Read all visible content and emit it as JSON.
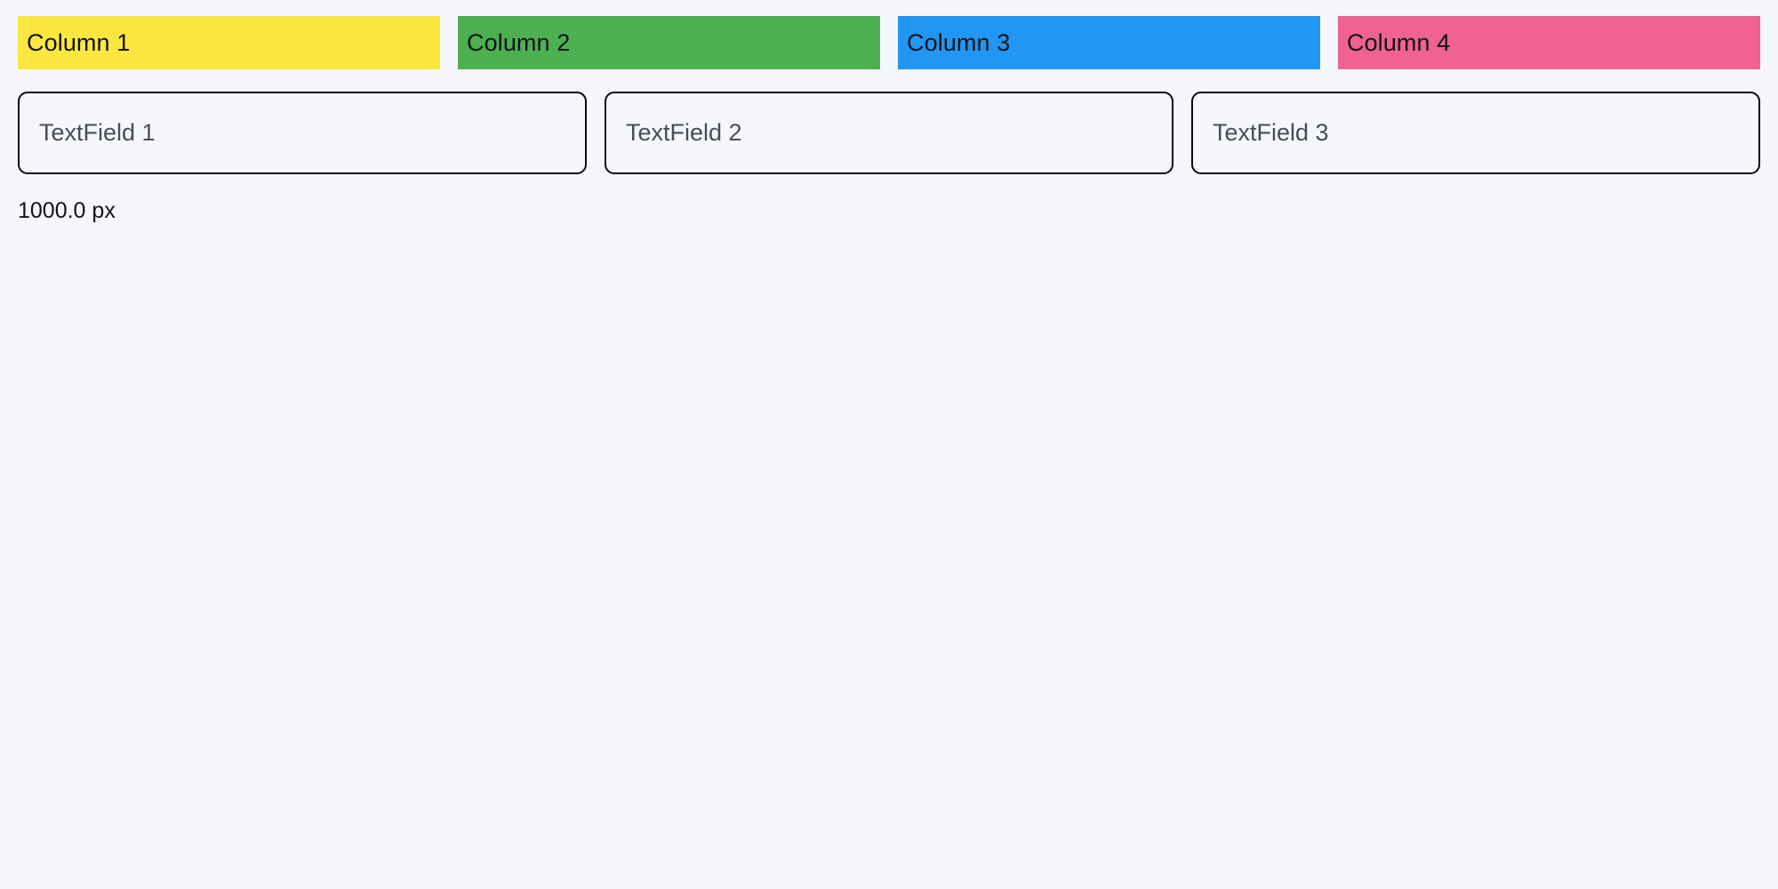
{
  "page": {
    "background_color": "#f6f7fc",
    "text_color": "#111318"
  },
  "columns_row": {
    "items": [
      {
        "label": "Column 1",
        "color": "#fbe73f"
      },
      {
        "label": "Column 2",
        "color": "#4caf50"
      },
      {
        "label": "Column 3",
        "color": "#2196f3"
      },
      {
        "label": "Column 4",
        "color": "#f0628f"
      }
    ]
  },
  "fields_row": {
    "fields": [
      {
        "placeholder": "TextField 1",
        "value": ""
      },
      {
        "placeholder": "TextField 2",
        "value": ""
      },
      {
        "placeholder": "TextField 3",
        "value": ""
      }
    ]
  },
  "readout": {
    "text": "1000.0 px"
  }
}
